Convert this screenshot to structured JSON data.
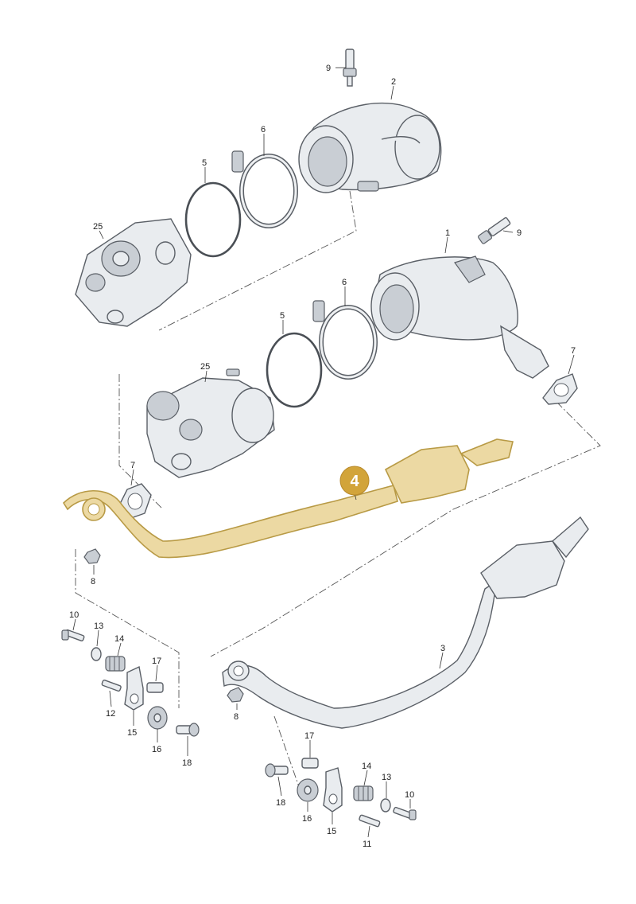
{
  "callouts": {
    "p9a": "9",
    "p2": "2",
    "p6a": "6",
    "p5a": "5",
    "p25a": "25",
    "p1": "1",
    "p9b": "9",
    "p6b": "6",
    "p5b": "5",
    "p7a": "7",
    "p25b": "25",
    "p7b": "7",
    "p4": "4",
    "p8a": "8",
    "p10a": "10",
    "p13a": "13",
    "p14a": "14",
    "p17a": "17",
    "p12": "12",
    "p15a": "15",
    "p16a": "16",
    "p18a": "18",
    "p3": "3",
    "p8b": "8",
    "p17b": "17",
    "p14b": "14",
    "p13b": "13",
    "p10b": "10",
    "p18b": "18",
    "p16b": "16",
    "p15b": "15",
    "p11": "11"
  },
  "highlight": {
    "part": "4",
    "color": "#d2a43a"
  }
}
